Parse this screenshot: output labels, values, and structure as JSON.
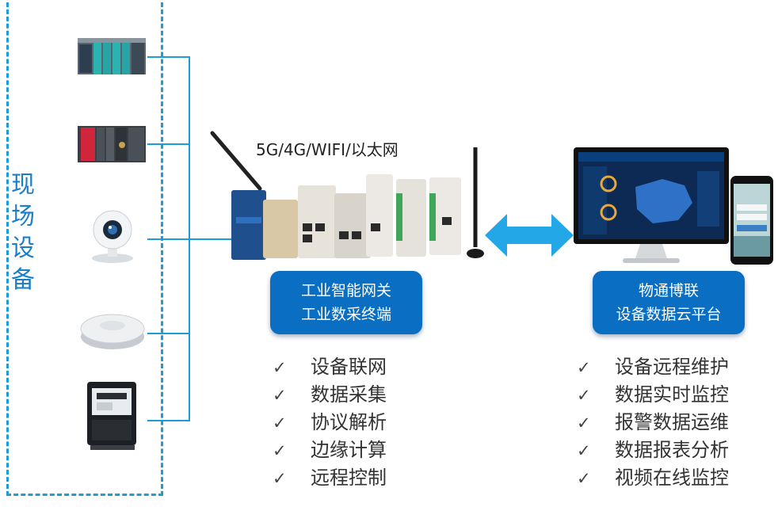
{
  "field_devices": {
    "title": "现场设备"
  },
  "gateway": {
    "network_label": "5G/4G/WIFI/以太网",
    "box_line1": "工业智能网关",
    "box_line2": "工业数采终端",
    "features": [
      "设备联网",
      "数据采集",
      "协议解析",
      "边缘计算",
      "远程控制"
    ]
  },
  "cloud": {
    "box_line1": "物通博联",
    "box_line2": "设备数据云平台",
    "features": [
      "设备远程维护",
      "数据实时监控",
      "报警数据运维",
      "数据报表分析",
      "视频在线监控"
    ]
  },
  "check_glyph": "✓",
  "icons": [
    "plc-rack-icon",
    "plc-rack-red-icon",
    "webcam-icon",
    "smoke-detector-icon",
    "electric-meter-icon",
    "gateway-devices-image",
    "antenna-icon",
    "bidirectional-arrow-icon",
    "monitor-dashboard-image",
    "smartphone-app-image"
  ],
  "colors": {
    "accent": "#1f9bd8",
    "box": "#0a6fc2",
    "title": "#1a7fc8"
  }
}
